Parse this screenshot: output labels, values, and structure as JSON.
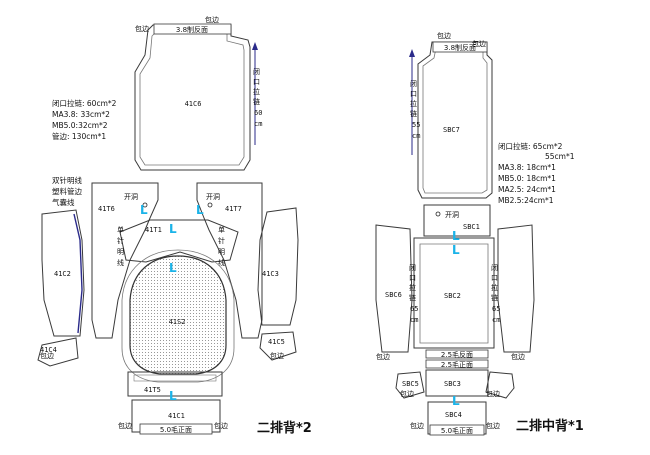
{
  "left": {
    "piece_labels": {
      "c6": "41C6",
      "t6": "41T6",
      "t7": "41T7",
      "t1": "41T1",
      "c2": "41C2",
      "c3": "41C3",
      "c4": "41C4",
      "c5": "41C5",
      "s2": "41S2",
      "t5": "41T5",
      "c1": "41C1"
    },
    "top_band": "3.8制反面",
    "bottom_band": "5.0毛正面",
    "edge_label": "包边",
    "zipper_vertical": [
      "闭",
      "口",
      "拉",
      "链",
      "60",
      "cm"
    ],
    "notes": [
      "闭口拉链: 60cm*2",
      "MA3.8: 33cm*2",
      "MB5.0:32cm*2",
      "管边: 130cm*1"
    ],
    "side_notes": [
      "双针明线",
      "塑料管边",
      "气囊线"
    ],
    "open_hole": "开洞",
    "double_needle_vertical": [
      "单",
      "针",
      "明",
      "线"
    ],
    "title": "二排背*2"
  },
  "right": {
    "piece_labels": {
      "c7": "SBC7",
      "c1": "SBC1",
      "c6": "SBC6",
      "c2": "SBC2",
      "c3": "SBC3",
      "c5": "SBC5",
      "c4": "SBC4"
    },
    "top_band": "3.8制反面",
    "bottom_band": "5.0毛正面",
    "band_mid1": "2.5毛反面",
    "band_mid2": "2.5毛正面",
    "edge_label": "包边",
    "zipper_vertical": [
      "闭",
      "口",
      "拉",
      "链",
      "55",
      "cm"
    ],
    "zipper_vertical_65": [
      "闭",
      "口",
      "拉",
      "链",
      "65",
      "cm"
    ],
    "notes": [
      "闭口拉链: 65cm*2",
      "55cm*1",
      "MA3.8: 18cm*1",
      "MB5.0: 18cm*1",
      "MA2.5: 24cm*1",
      "MB2.5:24cm*1"
    ],
    "open_hole": "开洞",
    "title": "二排中背*1"
  },
  "l_mark": "L"
}
